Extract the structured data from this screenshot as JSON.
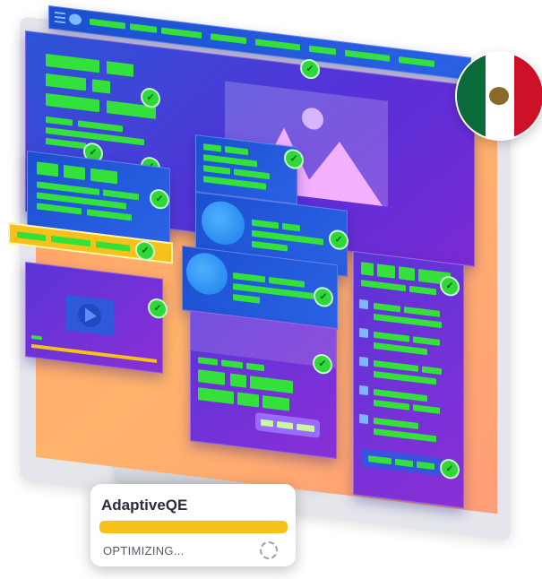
{
  "card": {
    "title": "AdaptiveQE",
    "status": "OPTIMIZING...",
    "progress": 1.0
  },
  "flag": {
    "country": "mexico",
    "colors": [
      "#0b6b3a",
      "#ffffff",
      "#ce1126"
    ]
  },
  "colors": {
    "accent_green": "#34e13a",
    "panel_blue": "#2b63e6",
    "panel_purple": "#7b2ad4",
    "progress_yellow": "#f6c21a"
  },
  "icons": {
    "check": "check-icon",
    "play": "play-icon",
    "image": "image-placeholder-icon",
    "spinner": "spinner-icon"
  }
}
